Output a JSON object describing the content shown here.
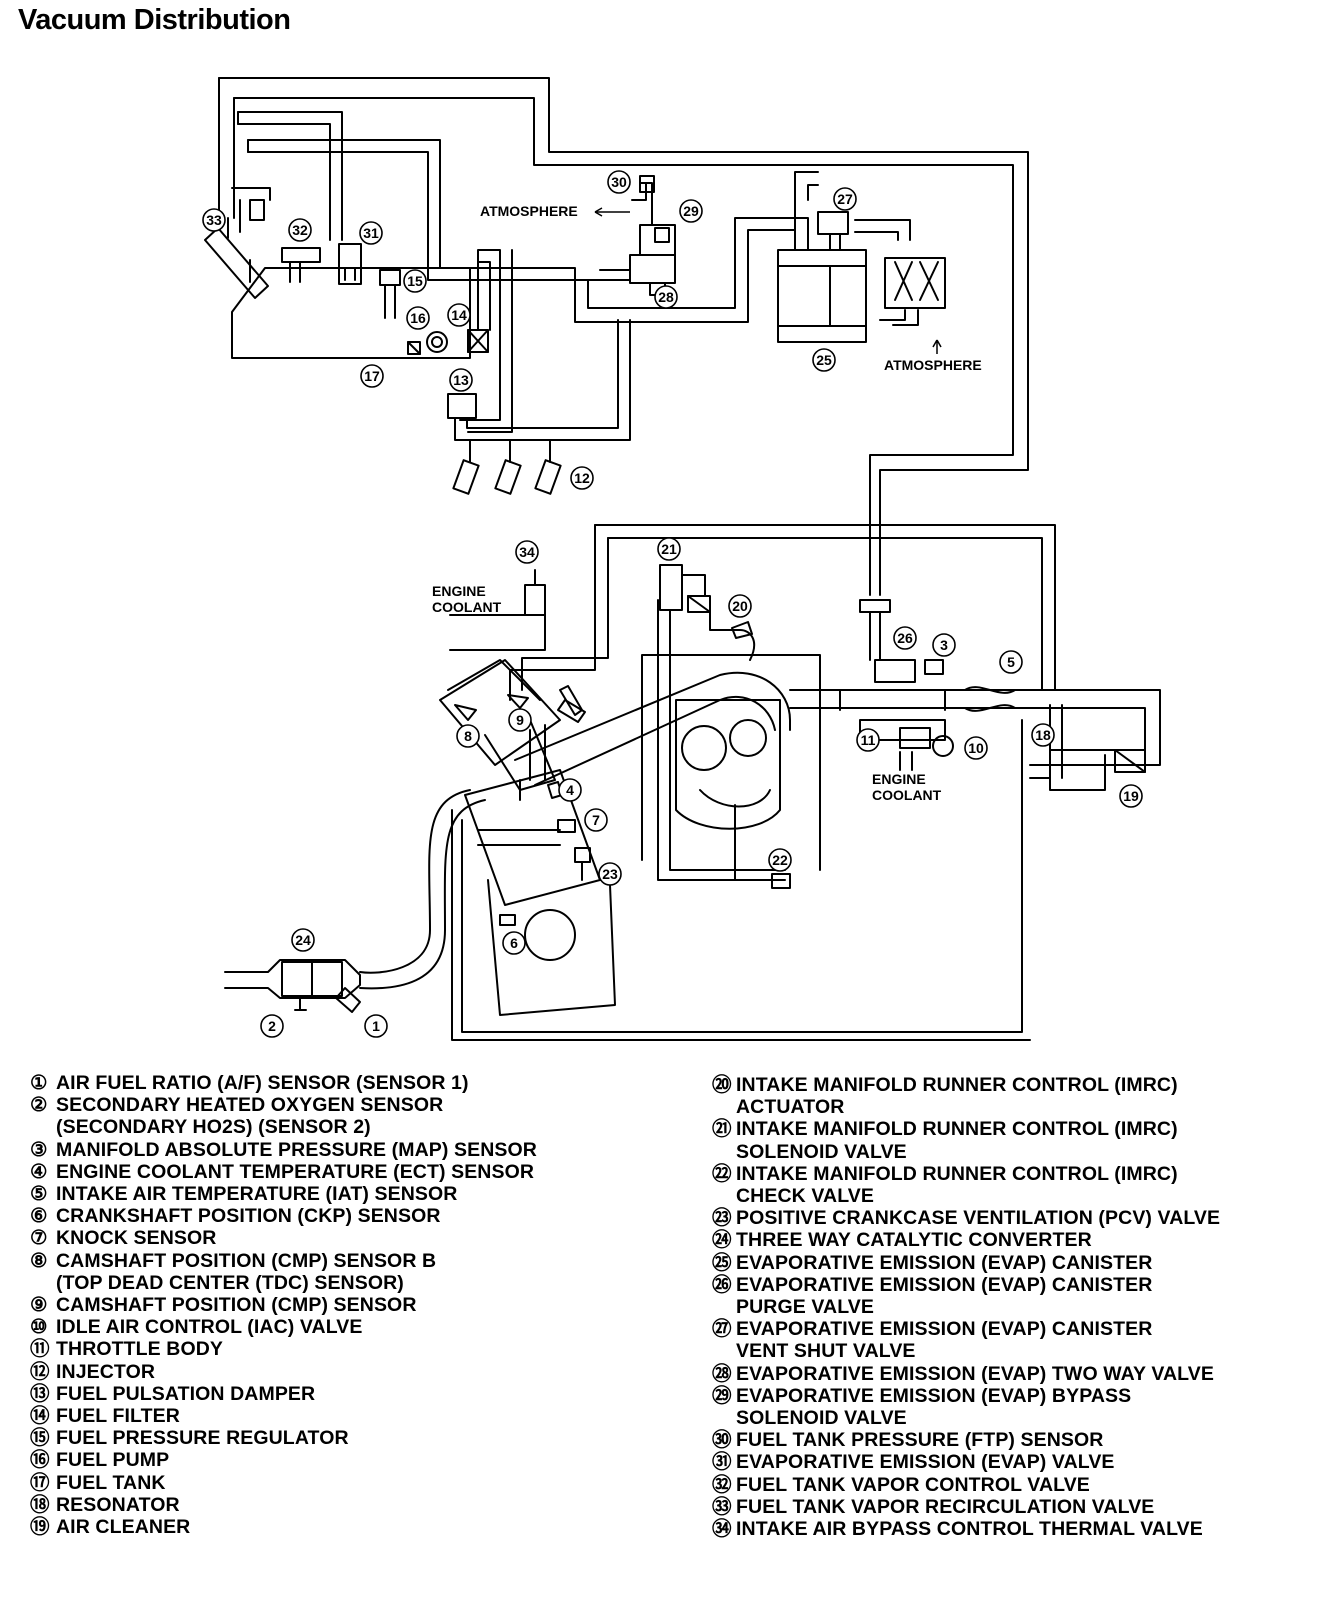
{
  "title": "Vacuum Distribution",
  "diagram_labels": {
    "atmosphere_top": "ATMOSPHERE",
    "atmosphere_right": "ATMOSPHERE",
    "engine_coolant_left": "ENGINE\nCOOLANT",
    "engine_coolant_right": "ENGINE\nCOOLANT"
  },
  "callouts": [
    "1",
    "2",
    "3",
    "4",
    "5",
    "6",
    "7",
    "8",
    "9",
    "10",
    "11",
    "12",
    "13",
    "14",
    "15",
    "16",
    "17",
    "18",
    "19",
    "20",
    "21",
    "22",
    "23",
    "24",
    "25",
    "26",
    "27",
    "28",
    "29",
    "30",
    "31",
    "32",
    "33",
    "34"
  ],
  "legend": {
    "left": [
      {
        "num": "①",
        "text": "AIR FUEL RATIO (A/F) SENSOR (SENSOR 1)"
      },
      {
        "num": "②",
        "text": "SECONDARY HEATED OXYGEN SENSOR\n(SECONDARY HO2S) (SENSOR 2)"
      },
      {
        "num": "③",
        "text": "MANIFOLD ABSOLUTE PRESSURE (MAP) SENSOR"
      },
      {
        "num": "④",
        "text": "ENGINE COOLANT TEMPERATURE (ECT) SENSOR"
      },
      {
        "num": "⑤",
        "text": "INTAKE AIR TEMPERATURE (IAT) SENSOR"
      },
      {
        "num": "⑥",
        "text": "CRANKSHAFT POSITION (CKP) SENSOR"
      },
      {
        "num": "⑦",
        "text": "KNOCK SENSOR"
      },
      {
        "num": "⑧",
        "text": "CAMSHAFT POSITION (CMP) SENSOR B\n(TOP DEAD CENTER (TDC) SENSOR)"
      },
      {
        "num": "⑨",
        "text": "CAMSHAFT POSITION (CMP) SENSOR"
      },
      {
        "num": "⑩",
        "text": "IDLE AIR CONTROL (IAC) VALVE"
      },
      {
        "num": "⑪",
        "text": "THROTTLE BODY"
      },
      {
        "num": "⑫",
        "text": "INJECTOR"
      },
      {
        "num": "⑬",
        "text": "FUEL PULSATION DAMPER"
      },
      {
        "num": "⑭",
        "text": "FUEL FILTER"
      },
      {
        "num": "⑮",
        "text": "FUEL PRESSURE REGULATOR"
      },
      {
        "num": "⑯",
        "text": "FUEL PUMP"
      },
      {
        "num": "⑰",
        "text": "FUEL TANK"
      },
      {
        "num": "⑱",
        "text": "RESONATOR"
      },
      {
        "num": "⑲",
        "text": "AIR CLEANER"
      }
    ],
    "right": [
      {
        "num": "⑳",
        "text": "INTAKE MANIFOLD RUNNER CONTROL (IMRC)\nACTUATOR"
      },
      {
        "num": "㉑",
        "text": "INTAKE MANIFOLD RUNNER CONTROL (IMRC)\nSOLENOID VALVE"
      },
      {
        "num": "㉒",
        "text": "INTAKE MANIFOLD RUNNER CONTROL (IMRC)\nCHECK VALVE"
      },
      {
        "num": "㉓",
        "text": "POSITIVE CRANKCASE VENTILATION (PCV) VALVE"
      },
      {
        "num": "㉔",
        "text": "THREE WAY CATALYTIC CONVERTER"
      },
      {
        "num": "㉕",
        "text": "EVAPORATIVE EMISSION (EVAP) CANISTER"
      },
      {
        "num": "㉖",
        "text": "EVAPORATIVE EMISSION (EVAP) CANISTER\nPURGE VALVE"
      },
      {
        "num": "㉗",
        "text": "EVAPORATIVE EMISSION (EVAP) CANISTER\nVENT SHUT VALVE"
      },
      {
        "num": "㉘",
        "text": "EVAPORATIVE EMISSION (EVAP) TWO WAY VALVE"
      },
      {
        "num": "㉙",
        "text": "EVAPORATIVE EMISSION (EVAP) BYPASS\nSOLENOID VALVE"
      },
      {
        "num": "㉚",
        "text": "FUEL TANK PRESSURE (FTP) SENSOR"
      },
      {
        "num": "㉛",
        "text": "EVAPORATIVE EMISSION (EVAP) VALVE"
      },
      {
        "num": "㉜",
        "text": "FUEL TANK VAPOR CONTROL VALVE"
      },
      {
        "num": "㉝",
        "text": "FUEL TANK VAPOR RECIRCULATION VALVE"
      },
      {
        "num": "㉞",
        "text": "INTAKE AIR BYPASS CONTROL THERMAL VALVE"
      }
    ]
  }
}
